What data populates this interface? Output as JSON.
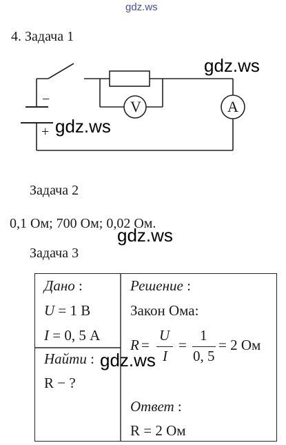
{
  "watermark_top": "gdz.ws",
  "watermark": "gdz.ws",
  "task1": {
    "title": "4. Задача 1"
  },
  "circuit": {
    "voltmeter_label": "V",
    "ammeter_label": "A",
    "minus_sign": "−",
    "plus_sign": "+"
  },
  "task2": {
    "title": "Задача 2",
    "answer": "0,1 Ом; 700 Ом; 0,02 Ом."
  },
  "task3": {
    "title": "Задача 3",
    "given": {
      "header": "Дано",
      "line1": {
        "var": "U",
        "value": "= 1 В"
      },
      "line2": {
        "var": "I",
        "value": "= 0, 5 А"
      }
    },
    "find": {
      "header": "Найти",
      "line1": "R − ?"
    },
    "solution": {
      "header": "Решение",
      "law": "Закон Ома:",
      "formula": {
        "lhs": "R",
        "frac1_num": "U",
        "frac1_den": "I",
        "frac2_num": "1",
        "frac2_den": "0, 5",
        "result": "= 2 Ом"
      },
      "answer_header": "Ответ",
      "answer": "R = 2 Ом"
    }
  }
}
